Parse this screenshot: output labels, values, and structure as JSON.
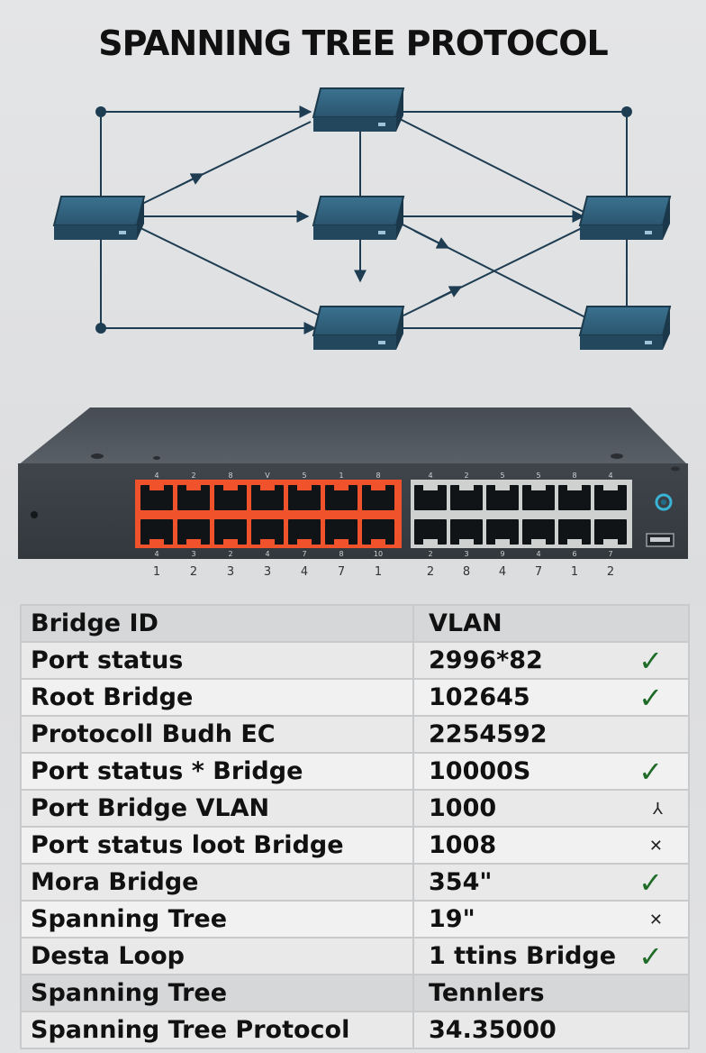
{
  "title": "SPANNING TREE PROTOCOL",
  "switch": {
    "port_numbers_top": [
      "4",
      "2",
      "8",
      "V",
      "5",
      "1",
      "8",
      "4",
      "2",
      "5",
      "5",
      "8",
      "4"
    ],
    "port_numbers_bottom": [
      "1",
      "2",
      "3",
      "3",
      "4",
      "7",
      "1",
      "2",
      "8",
      "4",
      "7",
      "1",
      "2"
    ],
    "port_numbers_inner": [
      "4",
      "3",
      "2",
      "4",
      "7",
      "8",
      "10",
      "2",
      "3",
      "9",
      "4",
      "6",
      "7"
    ],
    "colors": {
      "active_ports": "#f0522c",
      "chassis": "#3d4349",
      "indicator": "#39b3d6"
    }
  },
  "table": {
    "rows": [
      {
        "label": "Bridge ID",
        "value": "VLAN",
        "mark": "",
        "shaded": true
      },
      {
        "label": "Port status",
        "value": "2996*82",
        "mark": "✓",
        "shaded": false
      },
      {
        "label": "Root Bridge",
        "value": "102645",
        "mark": "✓",
        "shaded": false
      },
      {
        "label": "Protocoll Budh EC",
        "value": "2254592",
        "mark": "",
        "shaded": false
      },
      {
        "label": "Port status * Bridge",
        "value": "10000S",
        "mark": "✓",
        "shaded": false
      },
      {
        "label": "Port Bridge VLAN",
        "value": "1000",
        "mark": "⅄",
        "shaded": false
      },
      {
        "label": "Port status loot Bridge",
        "value": "1008",
        "mark": "✕",
        "shaded": false
      },
      {
        "label": "Mora Bridge",
        "value": "354\"",
        "mark": "✓",
        "shaded": false
      },
      {
        "label": "Spanning Tree",
        "value": "19\"",
        "mark": "✕",
        "shaded": false
      },
      {
        "label": "Desta Loop",
        "value": "1 ttins Bridge",
        "mark": "✓",
        "shaded": false
      },
      {
        "label": "Spanning Tree",
        "value": "Tennlers",
        "mark": "",
        "shaded": true
      },
      {
        "label": "Spanning Tree Protocol",
        "value": "34.35000",
        "mark": "",
        "shaded": false
      }
    ]
  },
  "colors": {
    "node_fill": "#2f5d77",
    "link": "#1e3d52",
    "check": "#1d6b26"
  }
}
